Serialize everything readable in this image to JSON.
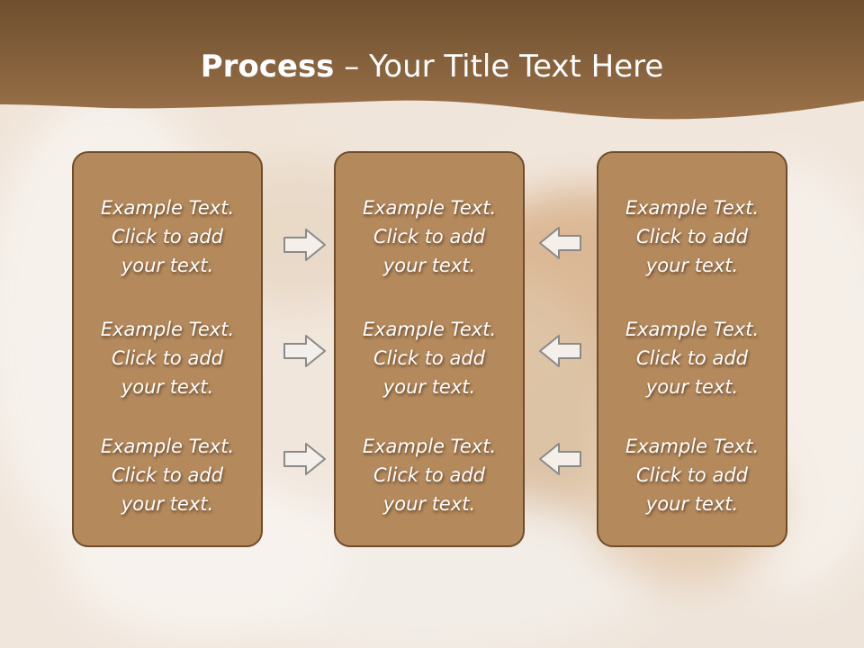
{
  "slide": {
    "title_strong": "Process",
    "title_rest": " – Your Title Text Here"
  },
  "columns": [
    {
      "cells": [
        {
          "line1": "Example Text.",
          "line2": "Click  to add",
          "line3": "your text."
        },
        {
          "line1": "Example Text.",
          "line2": "Click  to add",
          "line3": "your text."
        },
        {
          "line1": "Example Text.",
          "line2": "Click  to add",
          "line3": "your text."
        }
      ]
    },
    {
      "cells": [
        {
          "line1": "Example Text.",
          "line2": "Click  to add",
          "line3": "your text."
        },
        {
          "line1": "Example Text.",
          "line2": "Click  to add",
          "line3": "your text."
        },
        {
          "line1": "Example Text.",
          "line2": "Click  to add",
          "line3": "your text."
        }
      ]
    },
    {
      "cells": [
        {
          "line1": "Example Text.",
          "line2": "Click  to add",
          "line3": "your text."
        },
        {
          "line1": "Example Text.",
          "line2": "Click  to add",
          "line3": "your text."
        },
        {
          "line1": "Example Text.",
          "line2": "Click  to add",
          "line3": "your text."
        }
      ]
    }
  ],
  "arrows": {
    "left_group": "arrow-right-icon",
    "right_group": "arrow-left-icon"
  },
  "colors": {
    "header_brown": "#8a6340",
    "panel_fill": "#b48a5d",
    "panel_border": "#6f4d2c",
    "arrow_fill": "#f4efe8",
    "arrow_stroke": "#8a8a8a",
    "text": "#ffffff"
  }
}
